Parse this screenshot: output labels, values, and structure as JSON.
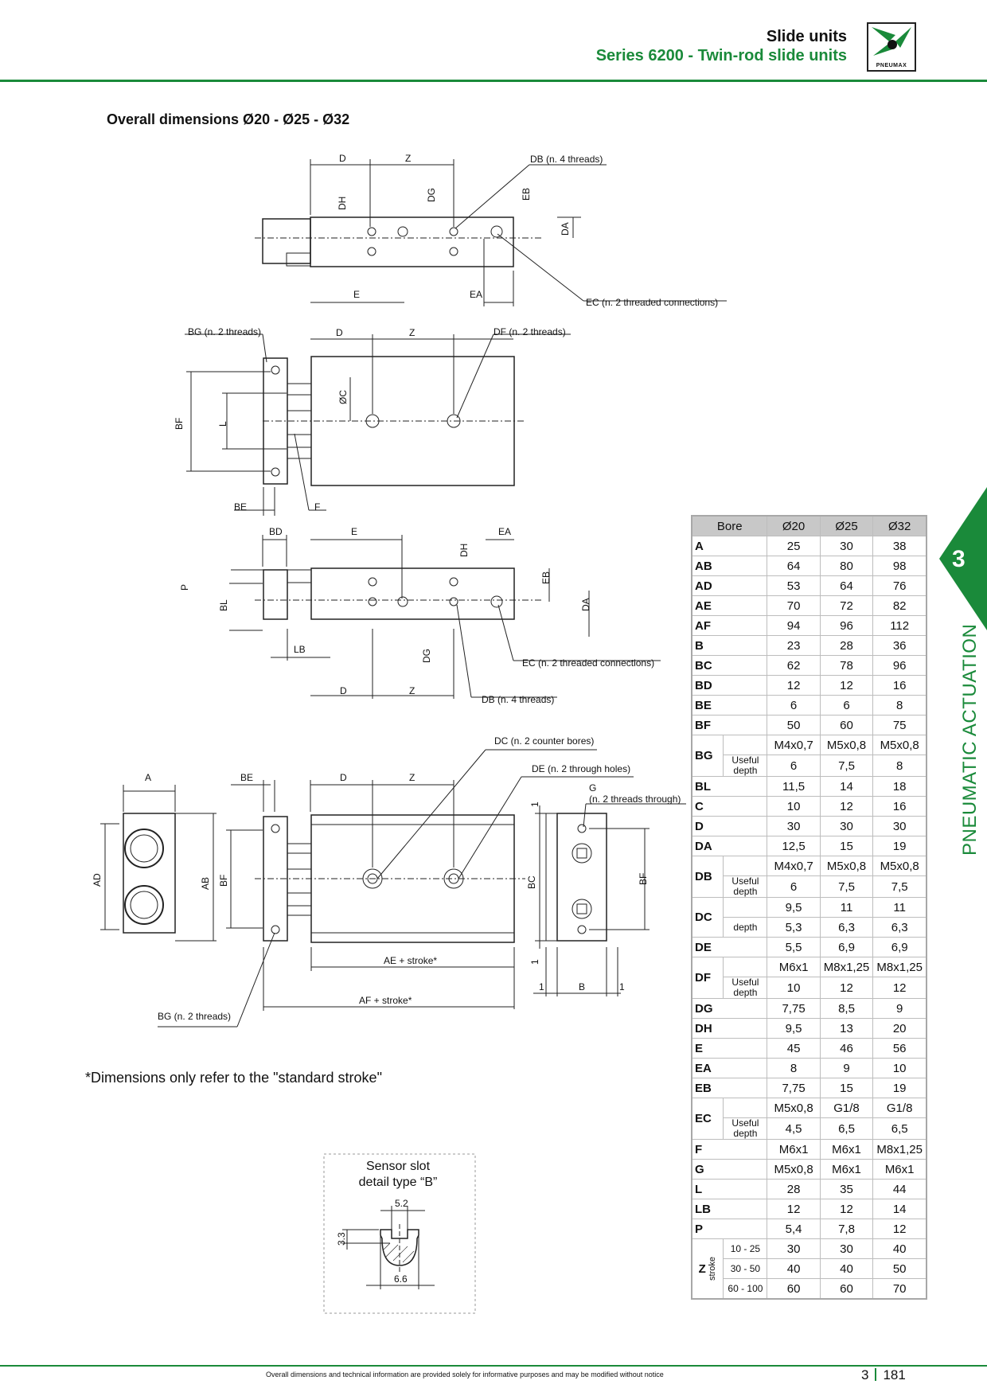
{
  "header": {
    "title": "Slide units",
    "subtitle": "Series 6200 - Twin-rod slide units",
    "logo_text": "PNEUMAX"
  },
  "section_title": "Overall dimensions Ø20 - Ø25 - Ø32",
  "note": "*Dimensions only refer to the \"standard stroke\"",
  "side_tab": {
    "number": "3",
    "label": "PNEUMATIC ACTUATION"
  },
  "drawing": {
    "labels": {
      "D": "D",
      "Z": "Z",
      "E": "E",
      "EA": "EA",
      "DH": "DH",
      "DG": "DG",
      "EB": "EB",
      "DA": "DA",
      "BF": "BF",
      "L": "L",
      "OC": "ØC",
      "BE": "BE",
      "F": "F",
      "BD": "BD",
      "P": "P",
      "BL": "BL",
      "LB": "LB",
      "A": "A",
      "AD": "AD",
      "AB": "AB",
      "BC": "BC",
      "B": "B",
      "one": "1",
      "AE_stroke": "AE + stroke*",
      "AF_stroke": "AF + stroke*"
    },
    "callouts": {
      "db_threads": "DB (n. 4 threads)",
      "ec_connections": "EC (n. 2 threaded connections)",
      "bg_threads": "BG (n. 2 threads)",
      "df_threads": "DF (n. 2 threads)",
      "dc_bores": "DC (n. 2 counter bores)",
      "de_holes": "DE (n. 2 through holes)",
      "g_label": "G",
      "g_through": "(n. 2 threads through)"
    },
    "sensor_slot": {
      "title1": "Sensor slot",
      "title2": "detail type “B”",
      "dim_top": "5.2",
      "dim_side": "3.3",
      "dim_bottom": "6.6"
    }
  },
  "table": {
    "header": {
      "bore": "Bore",
      "c1": "Ø20",
      "c2": "Ø25",
      "c3": "Ø32"
    },
    "rows": [
      {
        "code": "A",
        "v": [
          "25",
          "30",
          "38"
        ]
      },
      {
        "code": "AB",
        "v": [
          "64",
          "80",
          "98"
        ]
      },
      {
        "code": "AD",
        "v": [
          "53",
          "64",
          "76"
        ]
      },
      {
        "code": "AE",
        "v": [
          "70",
          "72",
          "82"
        ]
      },
      {
        "code": "AF",
        "v": [
          "94",
          "96",
          "112"
        ]
      },
      {
        "code": "B",
        "v": [
          "23",
          "28",
          "36"
        ]
      },
      {
        "code": "BC",
        "v": [
          "62",
          "78",
          "96"
        ]
      },
      {
        "code": "BD",
        "v": [
          "12",
          "12",
          "16"
        ]
      },
      {
        "code": "BE",
        "v": [
          "6",
          "6",
          "8"
        ]
      },
      {
        "code": "BF",
        "v": [
          "50",
          "60",
          "75"
        ]
      }
    ],
    "bg": {
      "code": "BG",
      "v": [
        "M4x0,7",
        "M5x0,8",
        "M5x0,8"
      ],
      "sub": "Useful depth",
      "sv": [
        "6",
        "7,5",
        "8"
      ]
    },
    "rows2": [
      {
        "code": "BL",
        "v": [
          "11,5",
          "14",
          "18"
        ]
      },
      {
        "code": "C",
        "v": [
          "10",
          "12",
          "16"
        ]
      },
      {
        "code": "D",
        "v": [
          "30",
          "30",
          "30"
        ]
      },
      {
        "code": "DA",
        "v": [
          "12,5",
          "15",
          "19"
        ]
      }
    ],
    "db": {
      "code": "DB",
      "v": [
        "M4x0,7",
        "M5x0,8",
        "M5x0,8"
      ],
      "sub": "Useful depth",
      "sv": [
        "6",
        "7,5",
        "7,5"
      ]
    },
    "dc": {
      "code": "DC",
      "v": [
        "9,5",
        "11",
        "11"
      ],
      "sub": "depth",
      "sv": [
        "5,3",
        "6,3",
        "6,3"
      ]
    },
    "de": {
      "code": "DE",
      "v": [
        "5,5",
        "6,9",
        "6,9"
      ]
    },
    "df": {
      "code": "DF",
      "v": [
        "M6x1",
        "M8x1,25",
        "M8x1,25"
      ],
      "sub": "Useful depth",
      "sv": [
        "10",
        "12",
        "12"
      ]
    },
    "rows3": [
      {
        "code": "DG",
        "v": [
          "7,75",
          "8,5",
          "9"
        ]
      },
      {
        "code": "DH",
        "v": [
          "9,5",
          "13",
          "20"
        ]
      },
      {
        "code": "E",
        "v": [
          "45",
          "46",
          "56"
        ]
      },
      {
        "code": "EA",
        "v": [
          "8",
          "9",
          "10"
        ]
      },
      {
        "code": "EB",
        "v": [
          "7,75",
          "15",
          "19"
        ]
      }
    ],
    "ec": {
      "code": "EC",
      "v": [
        "M5x0,8",
        "G1/8",
        "G1/8"
      ],
      "sub": "Useful depth",
      "sv": [
        "4,5",
        "6,5",
        "6,5"
      ]
    },
    "rows4": [
      {
        "code": "F",
        "v": [
          "M6x1",
          "M6x1",
          "M8x1,25"
        ]
      },
      {
        "code": "G",
        "v": [
          "M5x0,8",
          "M6x1",
          "M6x1"
        ]
      },
      {
        "code": "L",
        "v": [
          "28",
          "35",
          "44"
        ]
      },
      {
        "code": "LB",
        "v": [
          "12",
          "12",
          "14"
        ]
      },
      {
        "code": "P",
        "v": [
          "5,4",
          "7,8",
          "12"
        ]
      }
    ],
    "z": {
      "code": "Z",
      "sub": "stroke",
      "rows": [
        {
          "range": "10 - 25",
          "v": [
            "30",
            "30",
            "40"
          ]
        },
        {
          "range": "30 - 50",
          "v": [
            "40",
            "40",
            "50"
          ]
        },
        {
          "range": "60 - 100",
          "v": [
            "60",
            "60",
            "70"
          ]
        }
      ]
    }
  },
  "footer": {
    "note": "Overall dimensions and technical information are provided solely for informative purposes and may be modified without notice",
    "chapter": "3",
    "page": "181"
  }
}
